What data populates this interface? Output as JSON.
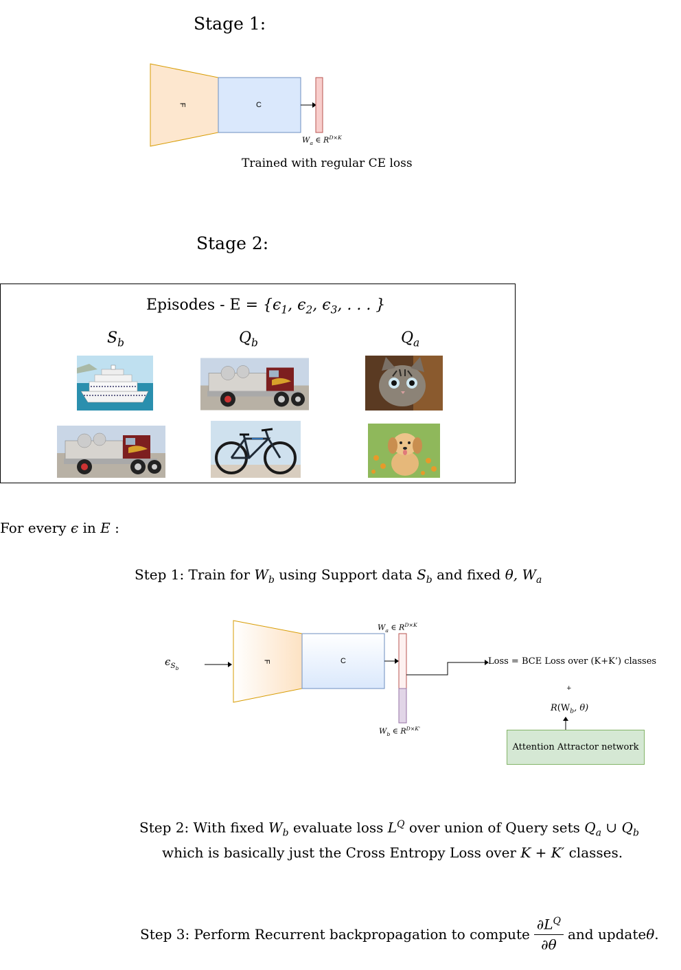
{
  "stage1": {
    "heading": "Stage 1:",
    "encoder_label": "F",
    "classifier_label": "C",
    "weight_label": "W",
    "weight_sub": "a",
    "weight_in": " ∈ ",
    "weight_space": "R",
    "weight_dims": "D×K",
    "caption": "Trained with regular CE loss"
  },
  "stage2": {
    "heading": "Stage 2:",
    "episodes_label": "Episodes - E",
    "episodes_math": " = {ϵ",
    "episodes_math_rest": ", ϵ",
    "episodes_math_rest2": ", ϵ",
    "episodes_math_end": ", . . . }",
    "episode_subs": [
      "1",
      "2",
      "3"
    ],
    "columns": [
      {
        "symbol": "S",
        "sub": "b"
      },
      {
        "symbol": "Q",
        "sub": "b"
      },
      {
        "symbol": "Q",
        "sub": "a"
      }
    ]
  },
  "for_every": {
    "prefix": "For every ",
    "epsilon": "ϵ",
    "mid": " in ",
    "set": "E",
    "suffix": " :"
  },
  "step1": {
    "text_a": "Step 1: Train for ",
    "wb": "W",
    "wb_sub": "b",
    "text_b": " using Support data ",
    "sb": "S",
    "sb_sub": "b",
    "text_c": " and fixed ",
    "theta": "θ, W",
    "wa_sub": "a",
    "input_symbol": "ϵ",
    "input_sub": "S",
    "input_subsub": "b",
    "encoder_label": "F",
    "classifier_label": "C",
    "wa_top": "W",
    "wa_top_sub": "a",
    "wa_top_in": " ∈ ",
    "wa_top_space": "R",
    "wa_top_dims": "D×K",
    "wb_bottom": "W",
    "wb_bottom_sub": "b",
    "wb_bottom_in": " ∈ ",
    "wb_bottom_space": "R",
    "wb_bottom_dims": "D×K'",
    "loss_text": "Loss = BCE Loss over (K+K’) classes",
    "plus": "+",
    "reg": "R",
    "reg_args": "(W",
    "reg_args_sub": "b",
    "reg_args_end": ", θ)",
    "attractor": "Attention Attractor network"
  },
  "step2": {
    "line1_a": "Step 2: With fixed ",
    "wb": "W",
    "wb_sub": "b",
    "line1_b": " evaluate loss ",
    "lq": "L",
    "lq_sup": "Q",
    "line1_c": " over union of Query sets ",
    "qa": "Q",
    "qa_sub": "a",
    "union": " ∪ ",
    "qb": "Q",
    "qb_sub": "b",
    "line2_a": "which is basically just the Cross Entropy Loss over ",
    "line2_math": "K + K",
    "line2_prime": "′",
    "line2_b": " classes."
  },
  "step3": {
    "text_a": "Step 3: Perform Recurrent backpropagation to compute ",
    "num": "∂L",
    "num_sup": "Q",
    "den": "∂θ",
    "text_b": " and update ",
    "theta": "θ",
    "text_c": "."
  },
  "images": [
    {
      "name": "cruise-ship-image"
    },
    {
      "name": "truck-image-support"
    },
    {
      "name": "truck-image-query"
    },
    {
      "name": "bicycle-image"
    },
    {
      "name": "kitten-image"
    },
    {
      "name": "puppy-image"
    }
  ],
  "colors": {
    "encoder_fill": "#fde7cf",
    "encoder_stroke": "#d79b00",
    "classifier_fill": "#dae8fc",
    "classifier_stroke": "#6c8ebf",
    "wa_fill": "#f8cecc",
    "wa_stroke": "#b85450",
    "wb_fill": "#e1d5e7",
    "wb_stroke": "#9673a6",
    "attractor_fill": "#d5e8d4",
    "attractor_stroke": "#82b366"
  }
}
